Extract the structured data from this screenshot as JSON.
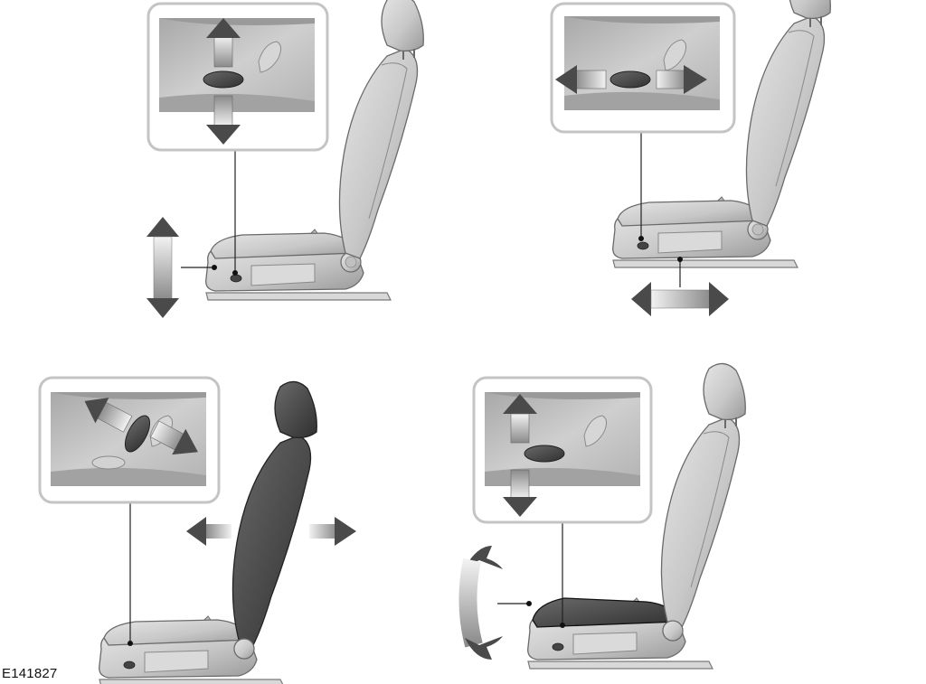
{
  "figure": {
    "reference_code": "E141827"
  },
  "panels": [
    {
      "id": "seat-height",
      "highlighted_part": "none",
      "control_motion": "up-down",
      "seat_motion": "vertical"
    },
    {
      "id": "seat-fore-aft",
      "highlighted_part": "none",
      "control_motion": "forward-backward",
      "seat_motion": "horizontal"
    },
    {
      "id": "backrest-recline",
      "highlighted_part": "backrest",
      "control_motion": "tilt-forward-backward",
      "seat_motion": "recline"
    },
    {
      "id": "cushion-tilt",
      "highlighted_part": "cushion",
      "control_motion": "front-up-down",
      "seat_motion": "tilt"
    }
  ],
  "colors": {
    "seat_fill": "#c9c9c9",
    "seat_stroke": "#6a6a6a",
    "highlight_fill": "#4f4f4f",
    "arrow_dark": "#4a4a4a",
    "inset_border": "#c4c4c4",
    "inset_bg": "#bdbdbd"
  }
}
